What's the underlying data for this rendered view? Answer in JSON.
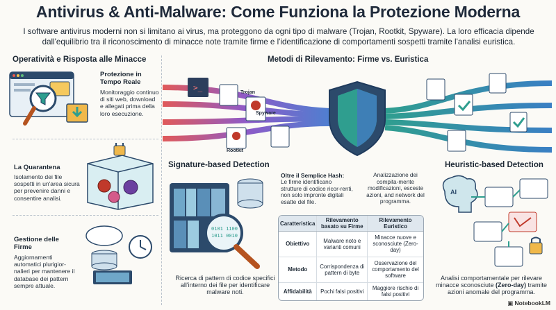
{
  "title": "Antivirus & Anti-Malware: Come Funziona la Protezione Moderna",
  "intro": "I software antivirus moderni non si limitano ai virus, ma proteggono da ogni tipo di malware (Trojan, Rootkit, Spyware). La loro efficacia dipende dall'equilibrio tra il riconoscimento di minacce note tramite firme e l'identificazione di comportamenti sospetti tramite l'analisi euristica.",
  "left": {
    "heading": "Operatività e Risposta alle Minacce",
    "realtime": {
      "title": "Protezione in Tempo Reale",
      "text": "Monitoraggio continuo di siti web, download e allegati prima della loro esecuzione."
    },
    "quarantine": {
      "title": "La Quarantena",
      "text": "Isolamento dei file sospetti in un'area sicura per prevenire danni e consentire analisi."
    },
    "signatures": {
      "title": "Gestione delle Firme",
      "text": "Aggiornamenti automatici plurigior-nalieri per mantenere il database dei pattern sempre attuale."
    }
  },
  "top": {
    "heading": "Metodi di Rilevamento: Firme vs. Euristica",
    "labels": {
      "trojan": "Trojan",
      "spyware": "Spyware",
      "rootkit": "Rootkit"
    }
  },
  "signature": {
    "heading": "Signature-based Detection",
    "caption": "Ricerca di pattern di codice specifici all'interno dei file per identificare malware noti."
  },
  "middle": {
    "hash_title": "Oltre il Semplice Hash:",
    "hash_text": "Le firme identificano strutture di codice ricor-renti, non solo impronte digitali esatte del file.",
    "analysis_text": "Analizzazione dei compita-mente modificazioni, esceste azioni, and network del programma."
  },
  "table": {
    "headers": [
      "Caratteristica",
      "Rilevamento basato su Firme",
      "Rilevamento Euristico"
    ],
    "rows": [
      [
        "Obiettivo",
        "Malware noto e varianti comuni",
        "Minacce nuove e sconosciute (Zero-day)"
      ],
      [
        "Metodo",
        "Corrispondenza di pattern di byte",
        "Osservazione del comportamento del software"
      ],
      [
        "Affidabilità",
        "Pochi falsi positivi",
        "Maggiore rischio di falsi positivi"
      ]
    ]
  },
  "heuristic": {
    "heading": "Heuristic-based Detection",
    "caption_pre": "Analisi comportamentale per rilevare minacce sconosciute",
    "caption_bold": "(Zero-day)",
    "caption_post": "tramite azioni anomale del programma."
  },
  "footer": "NotebookLM",
  "colors": {
    "accent": "#2f9e8f",
    "navy": "#1f3a5c",
    "red": "#c0392b",
    "purple": "#6b3fa0"
  }
}
